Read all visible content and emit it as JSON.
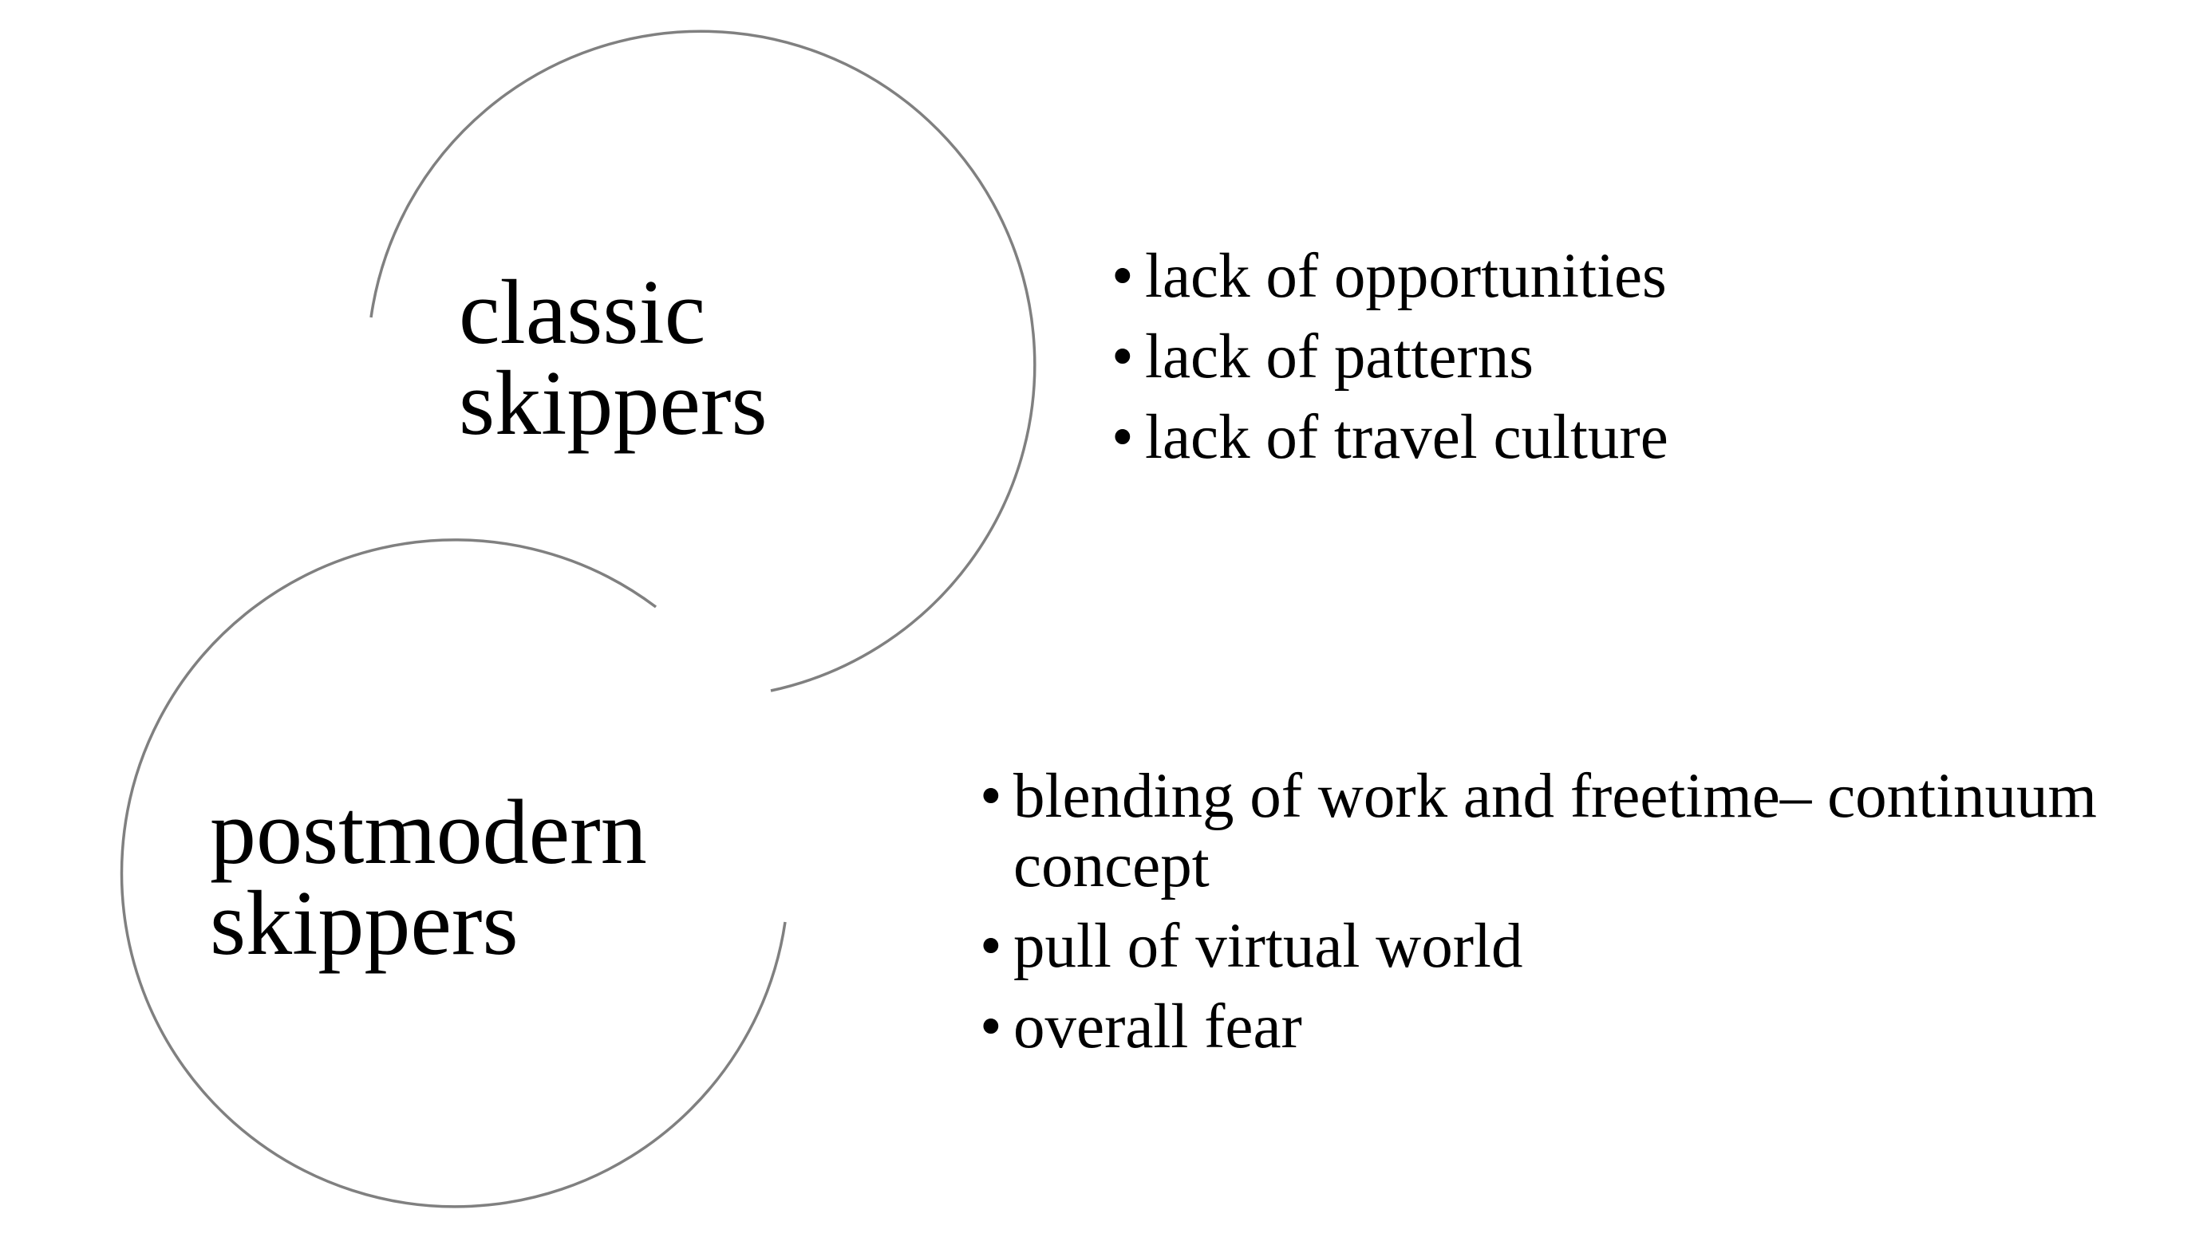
{
  "colors": {
    "background": "#ffffff",
    "text": "#000000",
    "circle_stroke": "#808080"
  },
  "bullet_glyph": "•",
  "circles": [
    {
      "label_lines": [
        "classic",
        "skippers"
      ],
      "items": [
        "lack of opportunities",
        "lack of patterns",
        "lack of travel culture"
      ]
    },
    {
      "label_lines": [
        "postmodern",
        "skippers"
      ],
      "items": [
        "blending of work and freetime– continuum concept",
        "pull of virtual world",
        "overall fear"
      ]
    }
  ]
}
